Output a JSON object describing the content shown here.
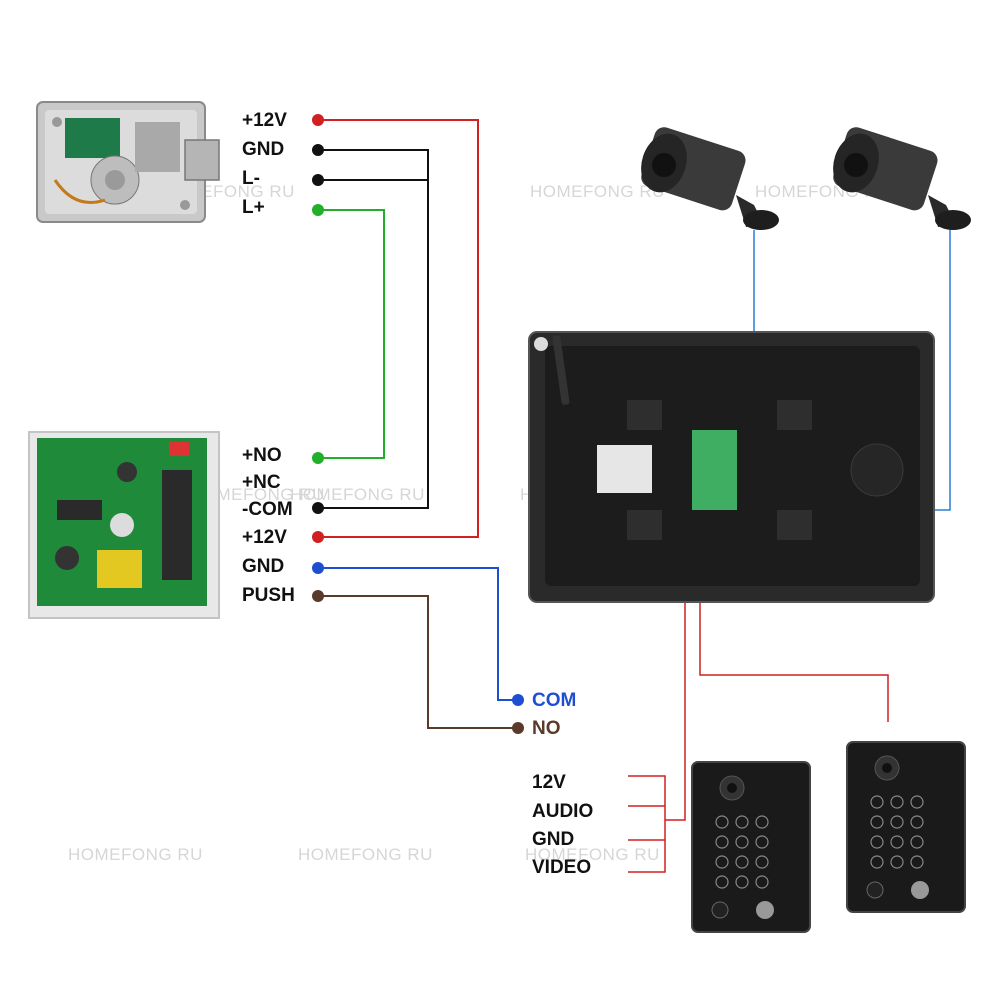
{
  "watermark": "HOMEFONG RU",
  "lock_labels": [
    "+12V",
    "GND",
    "L-",
    "L+"
  ],
  "power_labels": [
    "+NO",
    "+NC",
    "-COM",
    "+12V",
    "GND",
    "PUSH"
  ],
  "exit_button_labels": [
    "COM",
    "NO"
  ],
  "door_station_labels": [
    "12V",
    "AUDIO",
    "GND",
    "VIDEO"
  ],
  "colors": {
    "plus12v_wire": "#d02020",
    "gnd_wire": "#111111",
    "lplus_wire": "#22b02a",
    "blue_wire": "#1f4fd1",
    "push_wire": "#5a3a2a",
    "camera_wire": "#2a7fd6"
  },
  "icons": [
    "electric-lock",
    "power-supply-board",
    "cctv-camera",
    "indoor-monitor",
    "keypad-door-station"
  ]
}
